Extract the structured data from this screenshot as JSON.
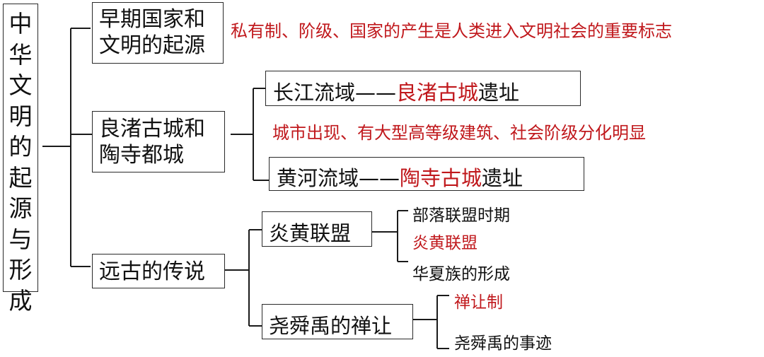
{
  "root": {
    "title": "中\n华\n文\n明\n的\n起\n源\n与\n形\n成"
  },
  "early_state": {
    "line1": "早期国家和",
    "line2": "文明的起源",
    "note": "私有制、阶级、国家的产生是人类进入文明社会的重要标志"
  },
  "cities": {
    "line1": "良渚古城和",
    "line2": "陶寺都城",
    "yangtze": {
      "prefix": "长江流域——",
      "site": "良渚古城",
      "suffix": "遗址"
    },
    "note": "城市出现、有大型高等级建筑、社会阶级分化明显",
    "yellow_river": {
      "prefix": "黄河流域——",
      "site": "陶寺古城",
      "suffix": "遗址"
    }
  },
  "legends": {
    "title": "远古的传说",
    "alliance": {
      "title": "炎黄联盟",
      "items": [
        {
          "text": "部落联盟时期",
          "color": "#111111"
        },
        {
          "text": "炎黄联盟",
          "color": "#c0181c"
        },
        {
          "text": "华夏族的形成",
          "color": "#111111"
        }
      ]
    },
    "abdication": {
      "title": "尧舜禹的禅让",
      "items": [
        {
          "text": "禅让制",
          "color": "#c0181c"
        },
        {
          "text": "尧舜禹的事迹",
          "color": "#111111"
        }
      ]
    }
  },
  "colors": {
    "accent": "#c0181c",
    "line": "#1a1a1a",
    "text": "#111111"
  }
}
